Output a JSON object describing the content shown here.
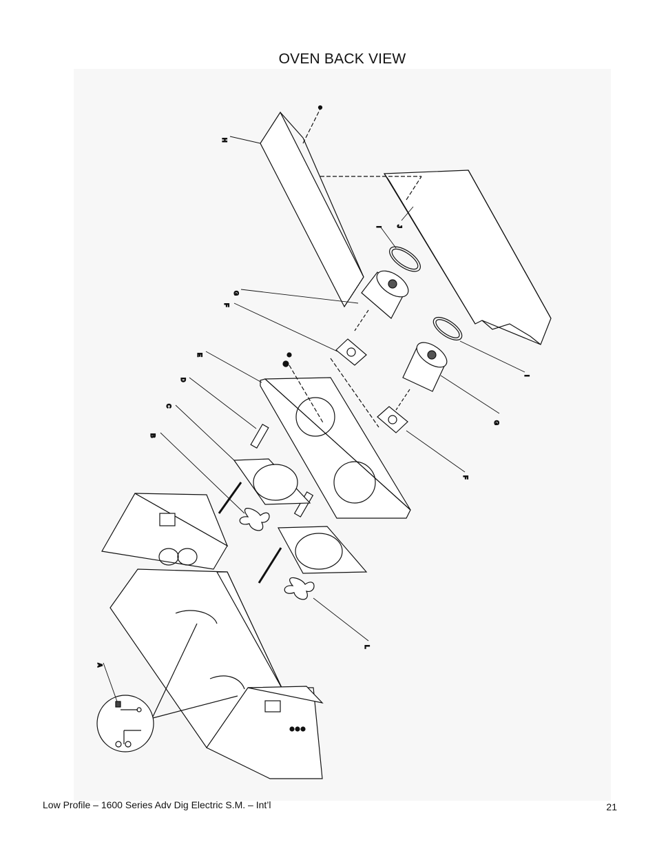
{
  "page": {
    "title": "OVEN BACK VIEW",
    "footer_left": "Low Profile – 1600 Series Adv Dig Electric S.M. – Int’l",
    "page_number": "21"
  },
  "diagram": {
    "labels": {
      "A": "A",
      "B": "B",
      "C": "C",
      "D": "D",
      "E": "E",
      "F1": "F",
      "F2": "F",
      "G1": "G",
      "G2": "G",
      "H": "H",
      "I1": "I",
      "I2": "I",
      "J": "J",
      "L": "L"
    }
  }
}
